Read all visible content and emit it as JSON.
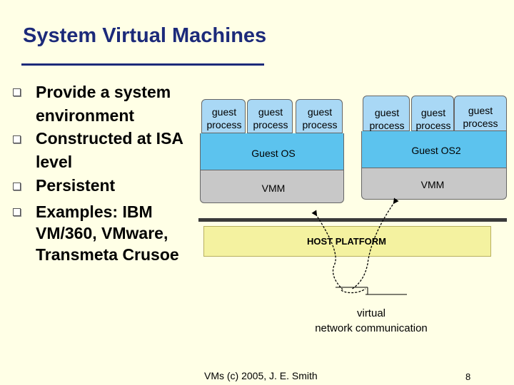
{
  "slide": {
    "title": "System Virtual Machines",
    "bullets": [
      {
        "line1": "Provide a system",
        "line2": "environment"
      },
      {
        "line1": "Constructed at ISA",
        "line2": "level"
      },
      {
        "line1": "Persistent",
        "line2": ""
      },
      {
        "line1": "Examples: IBM",
        "line2": "VM/360, VMware,",
        "line3": "Transmeta Crusoe"
      }
    ],
    "diagram": {
      "vm1": {
        "processes": [
          {
            "l1": "guest",
            "l2": "process"
          },
          {
            "l1": "guest",
            "l2": "process"
          },
          {
            "l1": "guest",
            "l2": "process"
          }
        ],
        "guest_os": "Guest OS",
        "vmm": "VMM"
      },
      "vm2": {
        "processes": [
          {
            "l1": "guest",
            "l2": "process"
          },
          {
            "l1": "guest",
            "l2": "process"
          },
          {
            "l1": "guest",
            "l2": "process"
          }
        ],
        "guest_os": "Guest OS2",
        "vmm": "VMM"
      },
      "host_platform": "HOST PLATFORM",
      "network_label_1": "virtual",
      "network_label_2": "network communication"
    },
    "footer": "VMs (c) 2005, J. E. Smith",
    "page_number": "8",
    "colors": {
      "title": "#1C2A7A",
      "process_tab": "#A9D8F5",
      "guest_os": "#5CC3EE",
      "vmm": "#C8C8C8",
      "host_platform": "#F4F2A0",
      "background": "#FFFFE6"
    }
  }
}
